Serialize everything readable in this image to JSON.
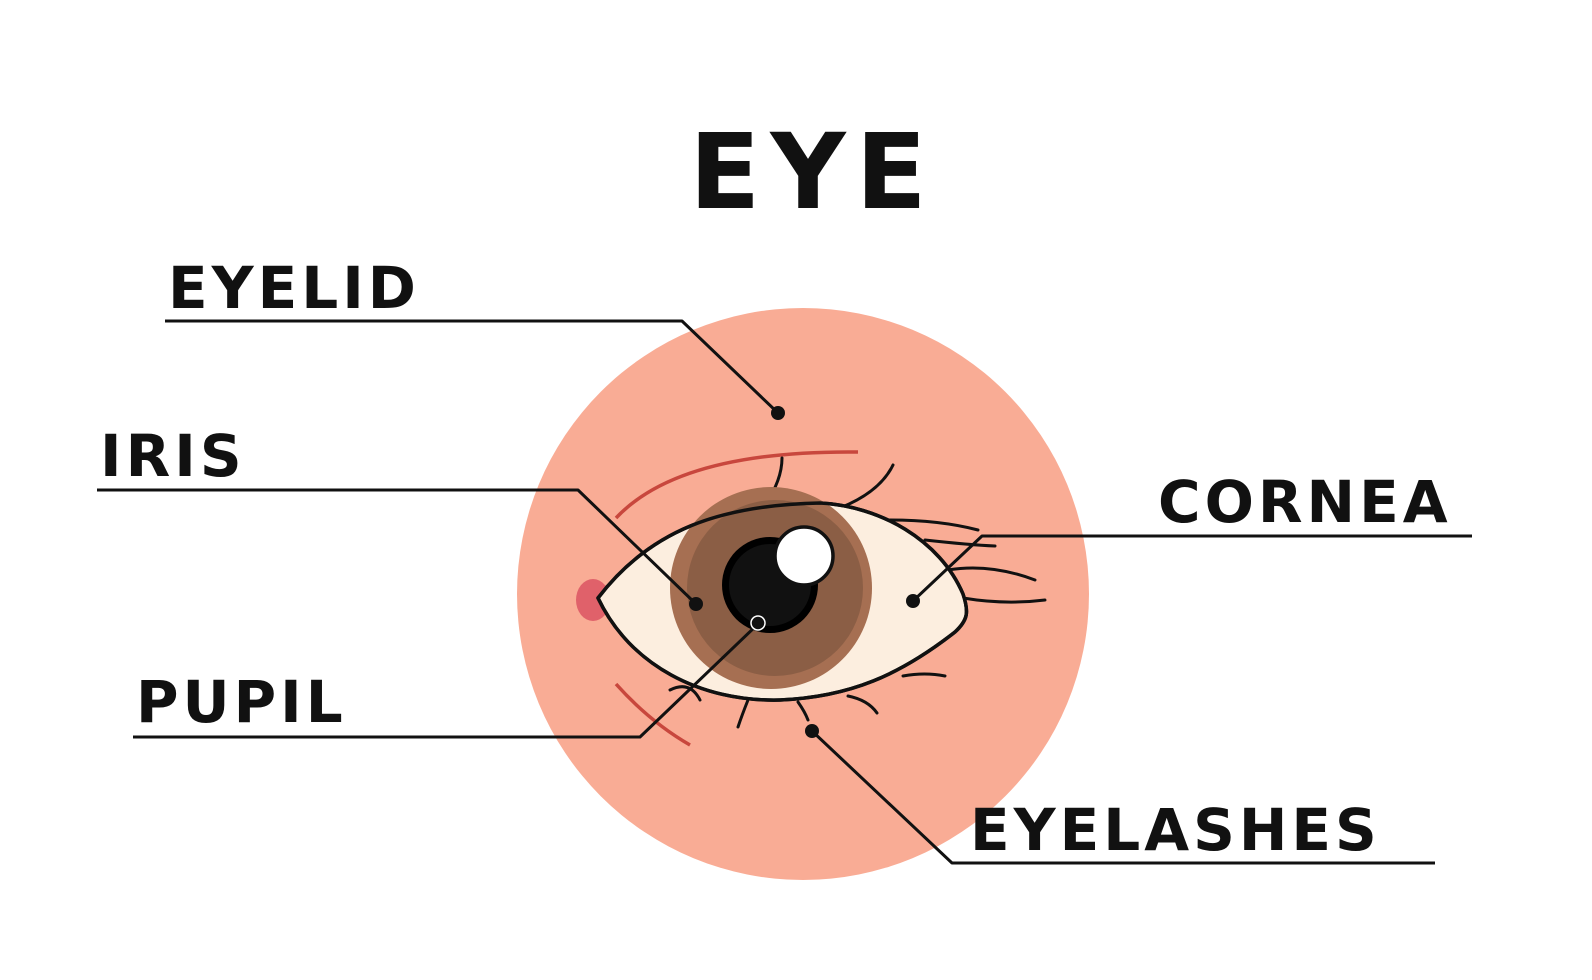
{
  "title": "EYE",
  "labels": {
    "eyelid": "EYELID",
    "iris": "IRIS",
    "pupil": "PUPIL",
    "cornea": "CORNEA",
    "eyelashes": "EYELASHES"
  },
  "colors": {
    "background_circle": "#F9AC95",
    "sclera": "#FCEEDF",
    "iris_outer": "#A66F52",
    "iris_inner": "#8B5E45",
    "pupil": "#111111",
    "highlight": "#FFFFFF",
    "tear_duct": "#E0616A",
    "crease": "#C8473D",
    "ink": "#111111"
  }
}
